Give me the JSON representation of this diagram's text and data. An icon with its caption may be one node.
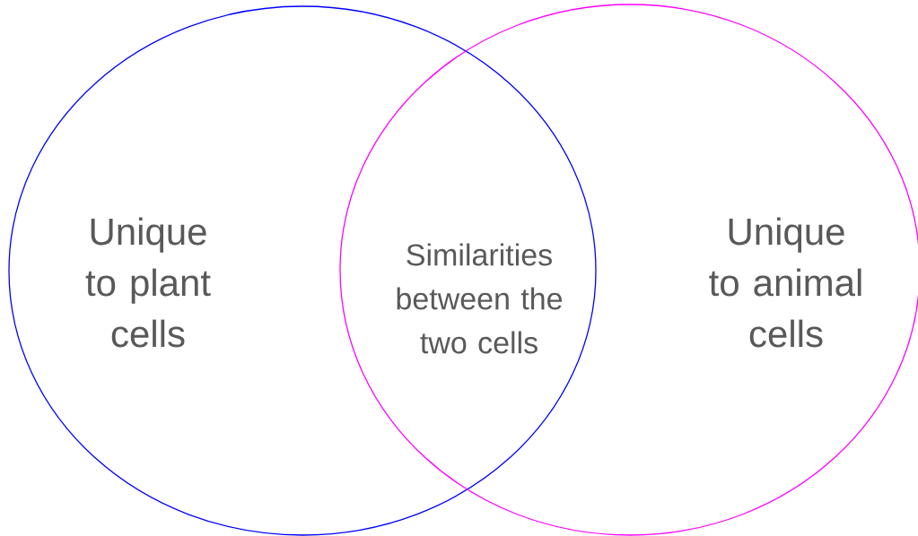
{
  "diagram": {
    "nodes": [
      {
        "text": [
          "Unique to plant cells"
        ]
      },
      {
        "text": [
          "Unique to animal cells"
        ]
      }
    ],
    "labels": [
      "Similarities between the two cells"
    ]
  }
}
